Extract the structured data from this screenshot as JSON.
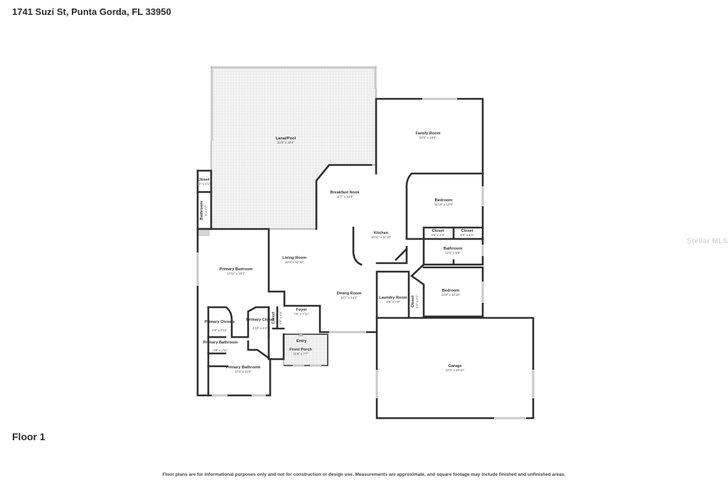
{
  "header": {
    "address": "1741 Suzi St, Punta Gorda, FL 33950"
  },
  "floor": {
    "label": "Floor 1"
  },
  "footer": {
    "disclaimer": "Floor plans are for informational purposes only and not for construction or design use. Measurements are approximate, and square footage may include finished and unfinished areas."
  },
  "watermark": {
    "text": "Stellar MLS"
  },
  "rooms": {
    "lanai": {
      "name": "Lanai/Pool",
      "dims": "34'9\" x 34'4\""
    },
    "family_room": {
      "name": "Family Room",
      "dims": "22'0\" x 15'6\""
    },
    "breakfast_nook": {
      "name": "Breakfast Nook",
      "dims": "11'7\" x 13'5\""
    },
    "bedroom_1": {
      "name": "Bedroom",
      "dims": "15'10\" x 13'9\""
    },
    "closet_lanai": {
      "name": "Closet",
      "dims": "5'3\" x 4'1\""
    },
    "bathroom_lanai": {
      "name": "Bathroom",
      "dims": "8' x 7'7\""
    },
    "closet_a": {
      "name": "Closet",
      "dims": "3'5\" x 2'2\""
    },
    "closet_b": {
      "name": "Closet",
      "dims": "6'5\" x 2'2\""
    },
    "kitchen": {
      "name": "Kitchen",
      "dims": "10'11\" x 11'10\""
    },
    "bathroom_2": {
      "name": "Bathroom",
      "dims": "12'2\" x 5'5\""
    },
    "living_room": {
      "name": "Living Room",
      "dims": "10'0\" x 12'10\""
    },
    "primary_bedroom": {
      "name": "Primary Bedroom",
      "dims": "14'11\" x 18'1\""
    },
    "laundry_room": {
      "name": "Laundry Room",
      "dims": "6'5\" x 7'9\""
    },
    "bedroom_2": {
      "name": "Bedroom",
      "dims": "14'9\" x 10'10\""
    },
    "dining_room": {
      "name": "Dining Room",
      "dims": "12'1\" x 14'4\""
    },
    "foyer": {
      "name": "Foyer",
      "dims": "7'6\" x 7'11\""
    },
    "closet_foyer": {
      "name": "Closet",
      "dims": "2'9\" x 4'4\""
    },
    "closet_laundry": {
      "name": "Closet",
      "dims": "2'3\" x 4'1\""
    },
    "primary_closets": {
      "name": "Primary Closets",
      "dims": "4'9\" x 6'10\""
    },
    "primary_closet": {
      "name": "Primary Closet",
      "dims": "4'10\" x 6'2\""
    },
    "entry": {
      "name": "Entry"
    },
    "primary_bathroom_small": {
      "name": "Primary Bathroom",
      "dims": "4'8\" x 2'11\""
    },
    "front_porch": {
      "name": "Front Porch",
      "dims": "11'8\" x 7'7\""
    },
    "garage": {
      "name": "Garage",
      "dims": "22'9\" x 20'10\""
    },
    "primary_bathroom": {
      "name": "Primary Bathroom",
      "dims": "12'4\" x 11'6\""
    }
  }
}
